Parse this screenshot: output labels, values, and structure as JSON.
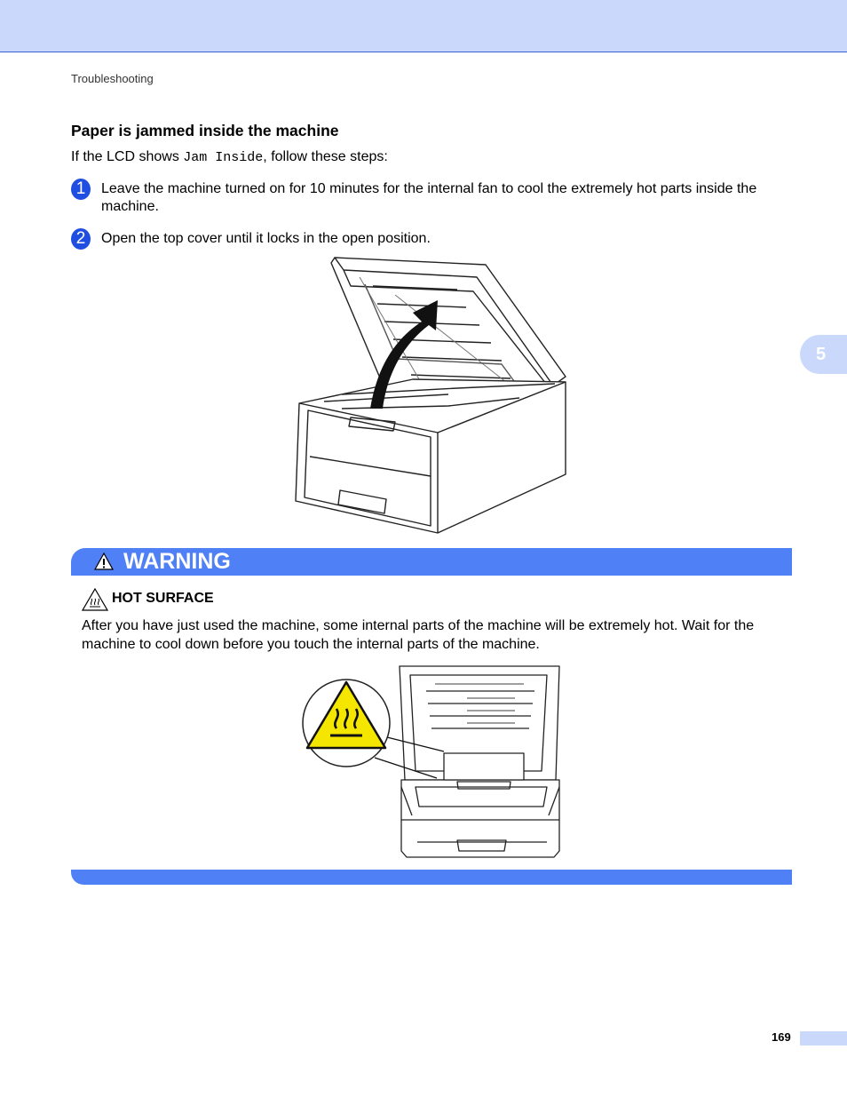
{
  "header": {
    "breadcrumb": "Troubleshooting"
  },
  "section": {
    "heading": "Paper is jammed inside the machine",
    "intro_before": "If the LCD shows ",
    "intro_code": "Jam Inside",
    "intro_after": ", follow these steps:"
  },
  "steps": [
    {
      "number": "1",
      "text": "Leave the machine turned on for 10 minutes for the internal fan to cool the extremely hot parts inside the machine."
    },
    {
      "number": "2",
      "text": "Open the top cover until it locks in the open position."
    }
  ],
  "chapter_tab": "5",
  "warning": {
    "title": "WARNING",
    "hot_label": "HOT SURFACE",
    "text": "After you have just used the machine, some internal parts of the machine will be extremely hot. Wait for the machine to cool down before you touch the internal parts of the machine."
  },
  "footer": {
    "page_number": "169"
  },
  "colors": {
    "accent": "#4f80f5",
    "band": "#cad9fb",
    "step_badge": "#1f4fe0",
    "hot_sign": "#f5e600"
  },
  "icons": [
    "warning-triangle-icon",
    "hot-surface-icon",
    "up-arrow-icon"
  ]
}
